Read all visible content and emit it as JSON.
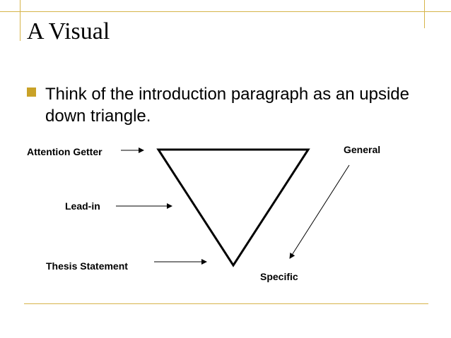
{
  "slide": {
    "title": "A Visual",
    "bullet": "Think of the introduction paragraph as an upside down triangle."
  },
  "labels": {
    "attention_getter": "Attention Getter",
    "lead_in": "Lead-in",
    "thesis_statement": "Thesis Statement",
    "general": "General",
    "specific": "Specific"
  },
  "colors": {
    "accent_rule": "#d6b44a",
    "bullet": "#c9a227"
  }
}
